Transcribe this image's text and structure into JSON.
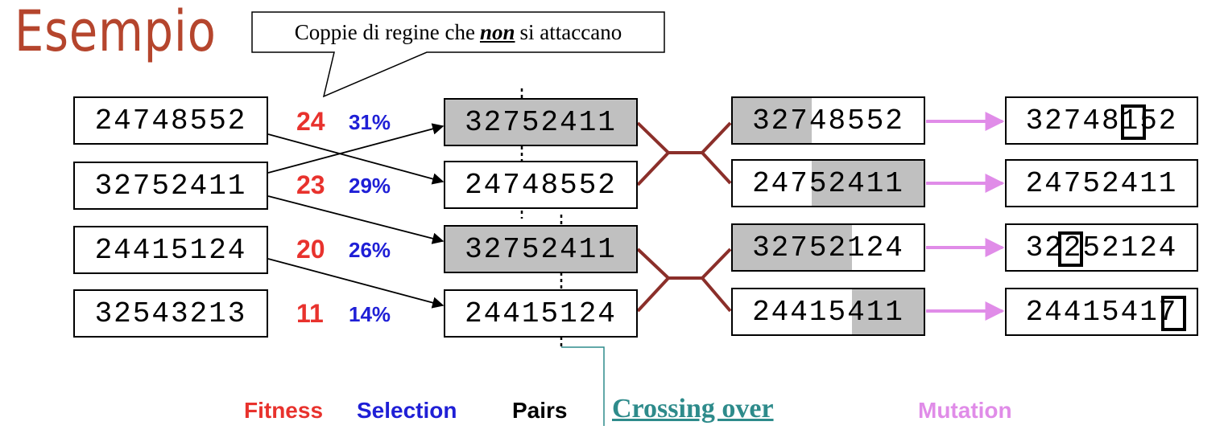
{
  "title": "Esempio",
  "callout": {
    "before": "Coppie di regine che",
    "emph": "non",
    "after": "si attaccano"
  },
  "population": [
    {
      "genome": "24748552",
      "fitness": "24",
      "selection": "31%"
    },
    {
      "genome": "32752411",
      "fitness": "23",
      "selection": "29%"
    },
    {
      "genome": "24415124",
      "fitness": "20",
      "selection": "26%"
    },
    {
      "genome": "32543213",
      "fitness": "11",
      "selection": "14%"
    }
  ],
  "pairs": [
    "32752411",
    "24748552",
    "32752411",
    "24415124"
  ],
  "crossover": [
    "32748552",
    "24752411",
    "32752124",
    "24415411"
  ],
  "mutation": [
    "32748152",
    "24752411",
    "32252124",
    "24415417"
  ],
  "legend": {
    "fitness": "Fitness",
    "selection": "Selection",
    "pairs": "Pairs",
    "crossing_over": "Crossing over",
    "mutation": "Mutation"
  },
  "colors": {
    "title": "#b5452d",
    "fitness": "#e8322d",
    "selection": "#1f1fd6",
    "crossing_over": "#2e8b8b",
    "mutation": "#e08ce8",
    "pair_link": "#8b2f2a",
    "shade": "#c0c0c0"
  }
}
